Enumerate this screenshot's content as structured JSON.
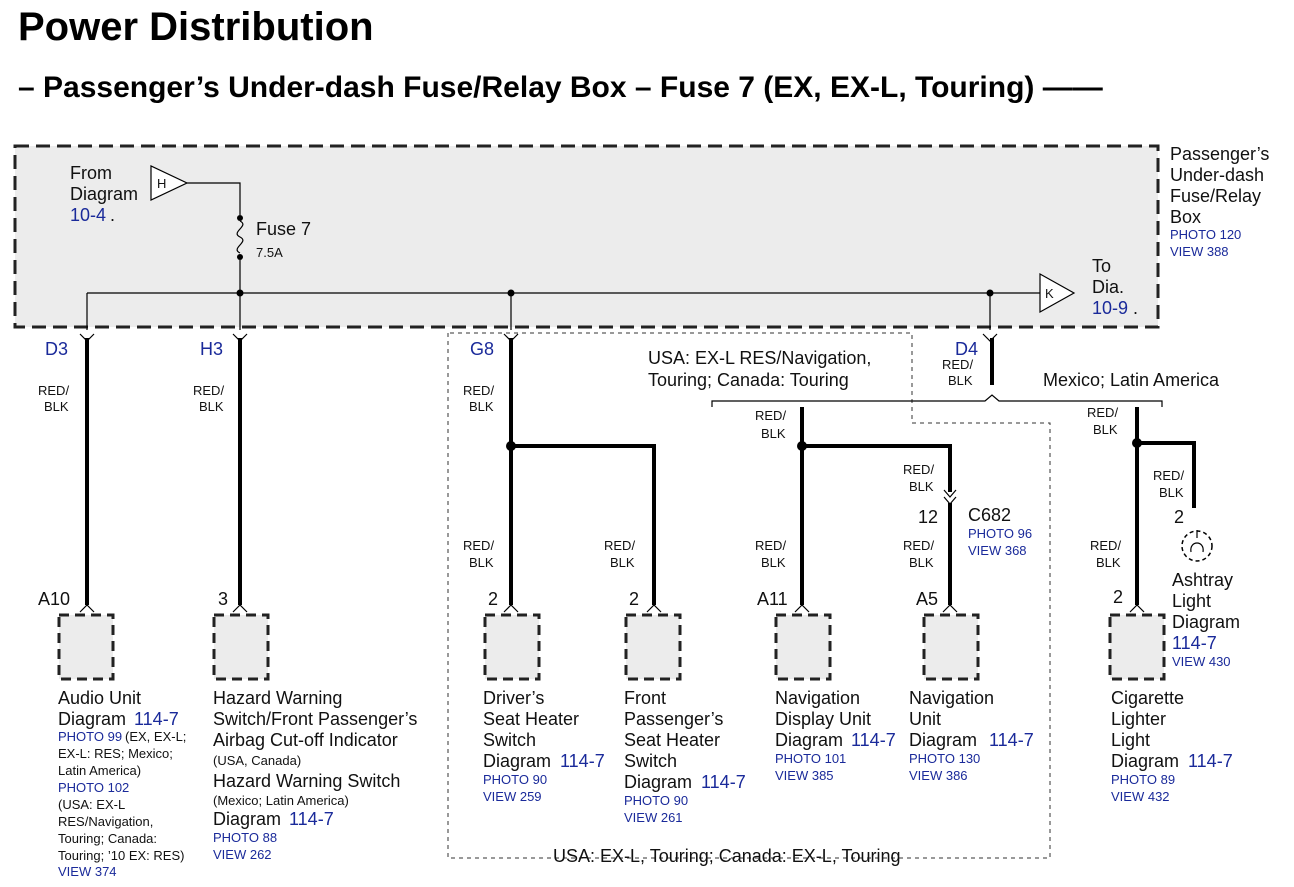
{
  "title": "Power Distribution",
  "subtitle": "– Passenger’s Under-dash Fuse/Relay Box – Fuse 7 (EX, EX-L, Touring) ——",
  "fuse_box": {
    "name_lines": [
      "Passenger’s",
      "Under-dash",
      "Fuse/Relay",
      "Box"
    ],
    "photo": "PHOTO 120",
    "view": "VIEW 388"
  },
  "from": {
    "l1": "From",
    "l2": "Diagram",
    "link": "10-4",
    "dot": ".",
    "connector": "H"
  },
  "fuse": {
    "name": "Fuse 7",
    "rating": "7.5A"
  },
  "to": {
    "l1": "To",
    "l2": "Dia.",
    "link": "10-9",
    "dot": ".",
    "connector": "K"
  },
  "terminals": {
    "d3": "D3",
    "h3": "H3",
    "g8": "G8",
    "d4": "D4"
  },
  "wire_color": {
    "l1": "RED/",
    "l2": "BLK"
  },
  "options": {
    "usa_line1": "USA: EX-L RES/Navigation,",
    "usa_line2": "Touring; Canada: Touring",
    "mexico": "Mexico; Latin America",
    "bottom": "USA: EX-L, Touring; Canada: EX-L, Touring"
  },
  "connector_c682": {
    "name": "C682",
    "pin": "12",
    "photo": "PHOTO 96",
    "view": "VIEW 368"
  },
  "pins": {
    "audio": "A10",
    "hazard": "3",
    "driver": "2",
    "front": "2",
    "navdisp": "A11",
    "navunit": "A5",
    "cig": "2",
    "ashtray": "2"
  },
  "components": {
    "audio": {
      "name": "Audio Unit",
      "diag_prefix": "Diagram",
      "diag": "114-7",
      "photo1": "PHOTO 99",
      "note1a": "(EX, EX-L;",
      "note1b": "EX-L: RES; Mexico;",
      "note1c": "Latin America)",
      "photo2": "PHOTO 102",
      "note2a": "(USA: EX-L",
      "note2b": "RES/Navigation,",
      "note2c": "Touring; Canada:",
      "note2d": "Touring; ’10 EX: RES)",
      "view": "VIEW 374"
    },
    "hazard": {
      "name1": "Hazard Warning",
      "name2": "Switch/Front Passenger’s",
      "name3": "Airbag Cut-off Indicator",
      "note1": "(USA, Canada)",
      "alt_name": "Hazard Warning Switch",
      "note2": "(Mexico; Latin America)",
      "diag_prefix": "Diagram",
      "diag": "114-7",
      "photo": "PHOTO 88",
      "view": "VIEW 262"
    },
    "driver_seat": {
      "l1": "Driver’s",
      "l2": "Seat Heater",
      "l3": "Switch",
      "diag_prefix": "Diagram",
      "diag": "114-7",
      "photo": "PHOTO 90",
      "view": "VIEW 259"
    },
    "front_seat": {
      "l1": "Front",
      "l2": "Passenger’s",
      "l3": "Seat Heater",
      "l4": "Switch",
      "diag_prefix": "Diagram",
      "diag": "114-7",
      "photo": "PHOTO 90",
      "view": "VIEW 261"
    },
    "nav_display": {
      "l1": "Navigation",
      "l2": "Display Unit",
      "diag_prefix": "Diagram",
      "diag": "114-7",
      "photo": "PHOTO 101",
      "view": "VIEW 385"
    },
    "nav_unit": {
      "l1": "Navigation",
      "l2": "Unit",
      "diag_prefix": "Diagram",
      "diag": "114-7",
      "photo": "PHOTO 130",
      "view": "VIEW 386"
    },
    "ashtray": {
      "l1": "Ashtray",
      "l2": "Light",
      "l3": "Diagram",
      "diag": "114-7",
      "view": "VIEW 430"
    },
    "cigarette": {
      "l1": "Cigarette",
      "l2": "Lighter",
      "l3": "Light",
      "diag_prefix": "Diagram",
      "diag": "114-7",
      "photo": "PHOTO 89",
      "view": "VIEW 432"
    }
  },
  "colors": {
    "link": "#1a2a9a",
    "wire": "#000000",
    "box_fill": "#ececec"
  }
}
